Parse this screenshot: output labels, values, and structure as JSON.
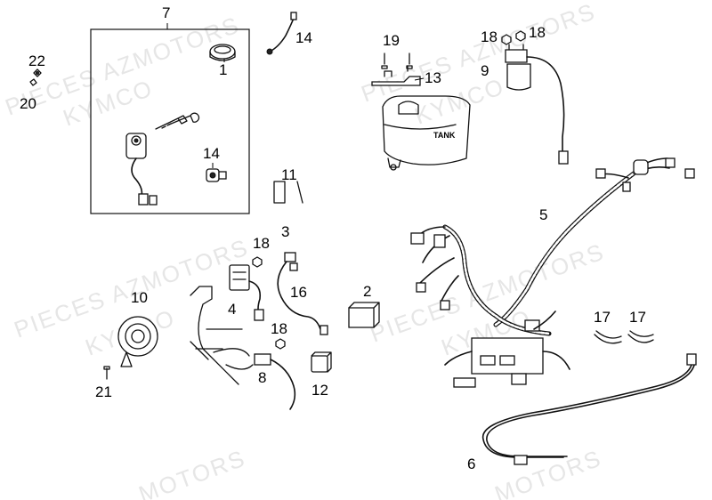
{
  "watermarks": [
    {
      "text": "PIECES AZMOTORS"
    },
    {
      "text": "KYMCO"
    },
    {
      "text": "PIECES AZMOTORS"
    },
    {
      "text": "KYMCO"
    },
    {
      "text": "PIECES AZMOTORS"
    },
    {
      "text": "KYMCO"
    },
    {
      "text": "MOTORS"
    },
    {
      "text": "MOTORS"
    }
  ],
  "tank_label": "TANK",
  "callouts": [
    {
      "id": "7",
      "text": "7"
    },
    {
      "id": "14a",
      "text": "14"
    },
    {
      "id": "1",
      "text": "1"
    },
    {
      "id": "22",
      "text": "22"
    },
    {
      "id": "20",
      "text": "20"
    },
    {
      "id": "14b",
      "text": "14"
    },
    {
      "id": "11",
      "text": "11"
    },
    {
      "id": "19",
      "text": "19"
    },
    {
      "id": "13",
      "text": "13"
    },
    {
      "id": "18a",
      "text": "18"
    },
    {
      "id": "18b",
      "text": "18"
    },
    {
      "id": "9",
      "text": "9"
    },
    {
      "id": "5",
      "text": "5"
    },
    {
      "id": "3",
      "text": "3"
    },
    {
      "id": "18c",
      "text": "18"
    },
    {
      "id": "16",
      "text": "16"
    },
    {
      "id": "2",
      "text": "2"
    },
    {
      "id": "4",
      "text": "4"
    },
    {
      "id": "10",
      "text": "10"
    },
    {
      "id": "18d",
      "text": "18"
    },
    {
      "id": "8",
      "text": "8"
    },
    {
      "id": "12",
      "text": "12"
    },
    {
      "id": "21",
      "text": "21"
    },
    {
      "id": "17a",
      "text": "17"
    },
    {
      "id": "17b",
      "text": "17"
    },
    {
      "id": "6",
      "text": "6"
    }
  ]
}
